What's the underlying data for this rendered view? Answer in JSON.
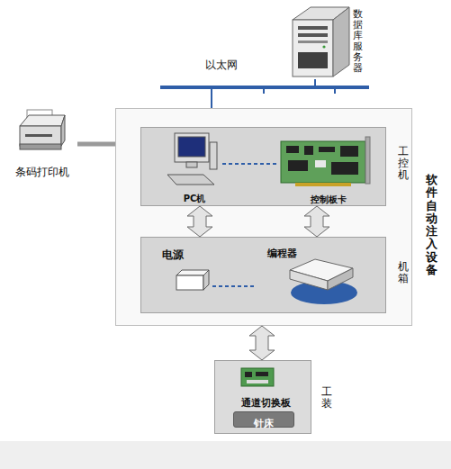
{
  "diagram": {
    "nodes": [
      {
        "text": [
          "数据库服务器"
        ]
      },
      {
        "text": [
          "条码打印机"
        ]
      },
      {
        "text": [
          "软件自动注入设备"
        ]
      },
      {
        "text": [
          "工控机"
        ],
        "in": 2
      },
      {
        "text": [
          "PC机"
        ],
        "in": 3
      },
      {
        "text": [
          "控制板卡"
        ],
        "in": 3
      },
      {
        "text": [
          "机箱"
        ],
        "in": 2
      },
      {
        "text": [
          "电源"
        ],
        "in": 6
      },
      {
        "text": [
          "编程器"
        ],
        "in": 6
      },
      {
        "text": [
          "工装"
        ]
      },
      {
        "text": [
          "通道切换板"
        ],
        "in": 9
      },
      {
        "text": [
          "针床"
        ],
        "in": 9
      }
    ],
    "edges": [
      {
        "from": 0,
        "to": 2,
        "arrow": "none"
      },
      {
        "from": 1,
        "to": 2,
        "arrow": "none"
      },
      {
        "from": 4,
        "to": 5,
        "arrow": "none"
      },
      {
        "from": 3,
        "to": 6,
        "arrow": "both"
      },
      {
        "from": 3,
        "to": 6,
        "arrow": "both"
      },
      {
        "from": 7,
        "to": 8,
        "arrow": "none"
      },
      {
        "from": 2,
        "to": 9,
        "arrow": "both"
      }
    ],
    "labels": [
      "以太网"
    ]
  }
}
